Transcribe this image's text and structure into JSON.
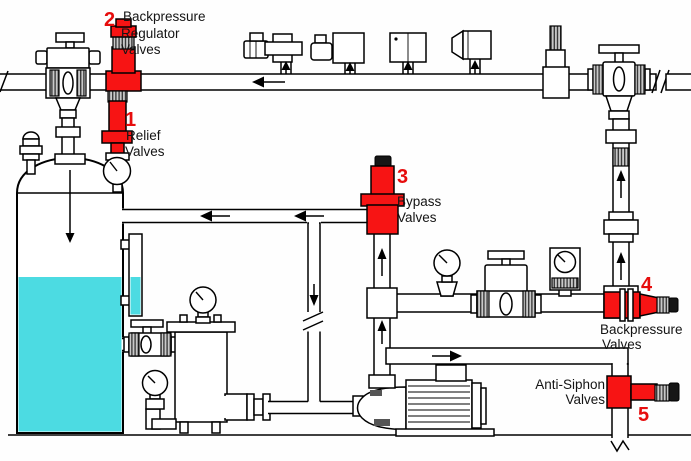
{
  "colors": {
    "valve_red": "#f71414",
    "number_red": "#e60d0d",
    "liquid_cyan": "#4cdbe2",
    "cap_dark": "#161616"
  },
  "callouts": {
    "relief": {
      "number": "1",
      "line1": "Relief",
      "line2": "Valves"
    },
    "backpressure_regulator": {
      "number": "2",
      "line1": "Backpressure",
      "line2": "Regulator",
      "line3": "Valves"
    },
    "bypass": {
      "number": "3",
      "line1": "Bypass",
      "line2": "Valves"
    },
    "backpressure": {
      "number": "4",
      "line1": "Backpressure",
      "line2": "Valves"
    },
    "anti_siphon": {
      "number": "5",
      "line1": "Anti-Siphon",
      "line2": "Valves"
    }
  }
}
